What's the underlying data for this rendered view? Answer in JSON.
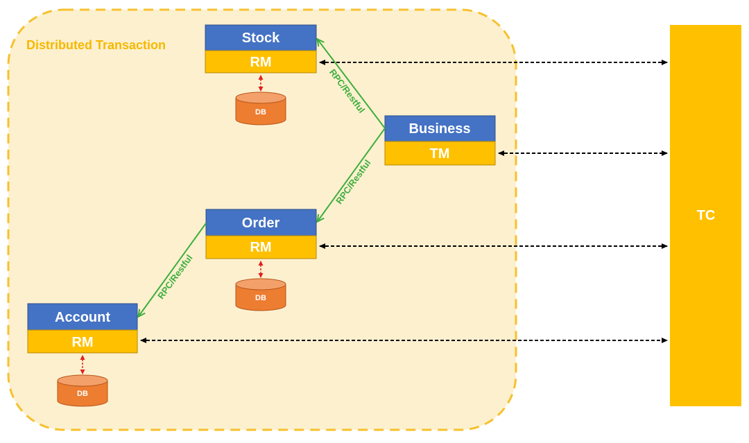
{
  "region": {
    "label": "Distributed Transaction"
  },
  "services": {
    "stock": {
      "name": "Stock",
      "role": "RM",
      "db": "DB"
    },
    "business": {
      "name": "Business",
      "role": "TM"
    },
    "order": {
      "name": "Order",
      "role": "RM",
      "db": "DB"
    },
    "account": {
      "name": "Account",
      "role": "RM",
      "db": "DB"
    }
  },
  "coordinator": {
    "label": "TC"
  },
  "links": {
    "business_to_stock": "RPC/Restful",
    "business_to_order": "RPC/Restful",
    "order_to_account": "RPC/Restful"
  },
  "colors": {
    "region_fill": "#fdf0cf",
    "region_border": "#f6c12e",
    "service_header": "#4472c4",
    "role_bar": "#ffc000",
    "coordinator": "#ffc000",
    "database": "#ed7d31",
    "rpc_arrow": "#3dae3d",
    "db_arrow": "#e0201a",
    "tc_arrow": "#000000"
  }
}
